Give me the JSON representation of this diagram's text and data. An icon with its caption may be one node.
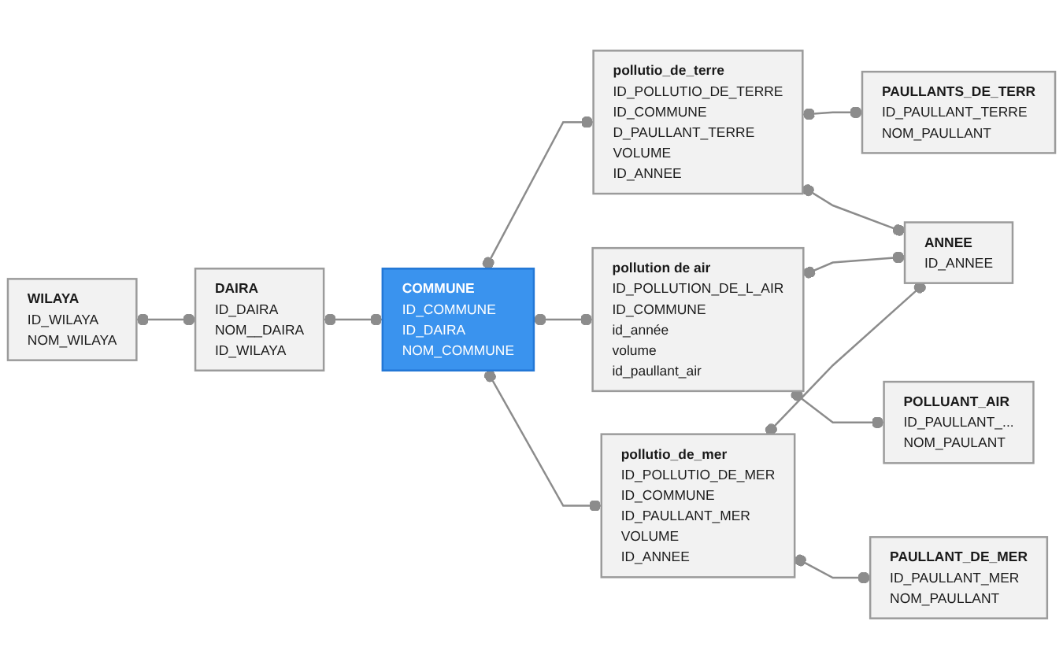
{
  "diagram": {
    "nodes": [
      {
        "text": [
          "ANNEE",
          "ID_ANNEE"
        ]
      },
      {
        "text": [
          "pollutio_de_terre",
          "ID_POLLUTIO_DE_TERRE",
          "ID_COMMUNE",
          "D_PAULLANT_TERRE",
          "VOLUME",
          "ID_ANNEE"
        ]
      },
      {
        "text": [
          "PAULLANTS_DE_TERR",
          "ID_PAULLANT_TERRE",
          "NOM_PAULLANT"
        ]
      },
      {
        "text": [
          "WILAYA",
          "ID_WILAYA",
          "NOM_WILAYA"
        ]
      },
      {
        "text": [
          "pollution de air",
          "ID_POLLUTION_DE_L_AIR",
          "ID_COMMUNE",
          "id_année",
          "volume",
          "id_paullant_air"
        ]
      },
      {
        "text": [
          "POLLUANT_AIR",
          "ID_PAULLANT_...",
          "NOM_PAULANT"
        ]
      },
      {
        "text": [
          "DAIRA",
          "ID_DAIRA",
          "NOM__DAIRA",
          "ID_WILAYA"
        ]
      },
      {
        "text": [
          "COMMUNE",
          "ID_COMMUNE",
          "ID_DAIRA",
          "NOM_COMMUNE"
        ]
      },
      {
        "text": [
          "pollutio_de_mer",
          "ID_POLLUTIO_DE_MER",
          "ID_COMMUNE",
          "ID_PAULLANT_MER",
          "VOLUME",
          "ID_ANNEE"
        ]
      },
      {
        "text": [
          "PAULLANT_DE_MER",
          "ID_PAULLANT_MER",
          "NOM_PAULLANT"
        ]
      }
    ],
    "edges": [
      {
        "from": 1,
        "to": 2,
        "arrow": "other"
      },
      {
        "from": 1,
        "to": 0,
        "arrow": "other"
      },
      {
        "from": 4,
        "to": 0,
        "arrow": "other"
      },
      {
        "from": 8,
        "to": 0,
        "arrow": "other"
      },
      {
        "from": 3,
        "to": 6,
        "arrow": "other"
      },
      {
        "from": 4,
        "to": 5,
        "arrow": "other"
      },
      {
        "from": 6,
        "to": 7,
        "arrow": "other"
      },
      {
        "from": 7,
        "to": 1,
        "arrow": "other"
      },
      {
        "from": 7,
        "to": 4,
        "arrow": "other"
      },
      {
        "from": 7,
        "to": 8,
        "arrow": "other"
      },
      {
        "from": 8,
        "to": 9,
        "arrow": "other"
      }
    ]
  }
}
